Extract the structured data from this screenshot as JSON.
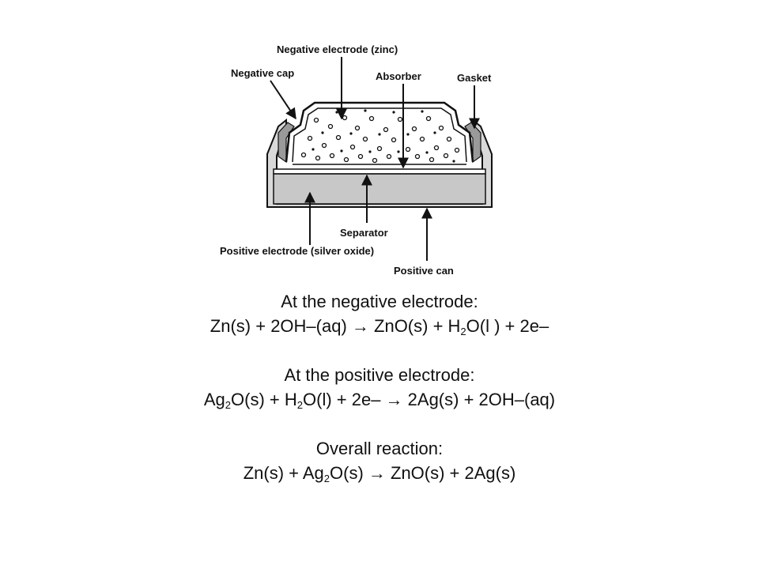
{
  "labels": {
    "negative_electrode": "Negative electrode (zinc)",
    "negative_cap": "Negative cap",
    "absorber": "Absorber",
    "gasket": "Gasket",
    "separator": "Separator",
    "positive_electrode": "Positive electrode (silver oxide)",
    "positive_can": "Positive can"
  },
  "equations": {
    "negative_heading": "At the negative electrode:",
    "negative_eq": {
      "a": "Zn(s) + 2OH–(aq) → ZnO(s) + H",
      "sub1": "2",
      "b": "O(l ) + 2e–"
    },
    "positive_heading": "At the positive electrode:",
    "positive_eq": {
      "a": "Ag",
      "sub1": "2",
      "b": "O(s) + H",
      "sub2": "2",
      "c": "O(l) + 2e– → 2Ag(s) + 2OH–(aq)"
    },
    "overall_heading": "Overall reaction:",
    "overall_eq": {
      "a": "Zn(s) + Ag",
      "sub1": "2",
      "b": "O(s) → ZnO(s) + 2Ag(s)"
    }
  }
}
